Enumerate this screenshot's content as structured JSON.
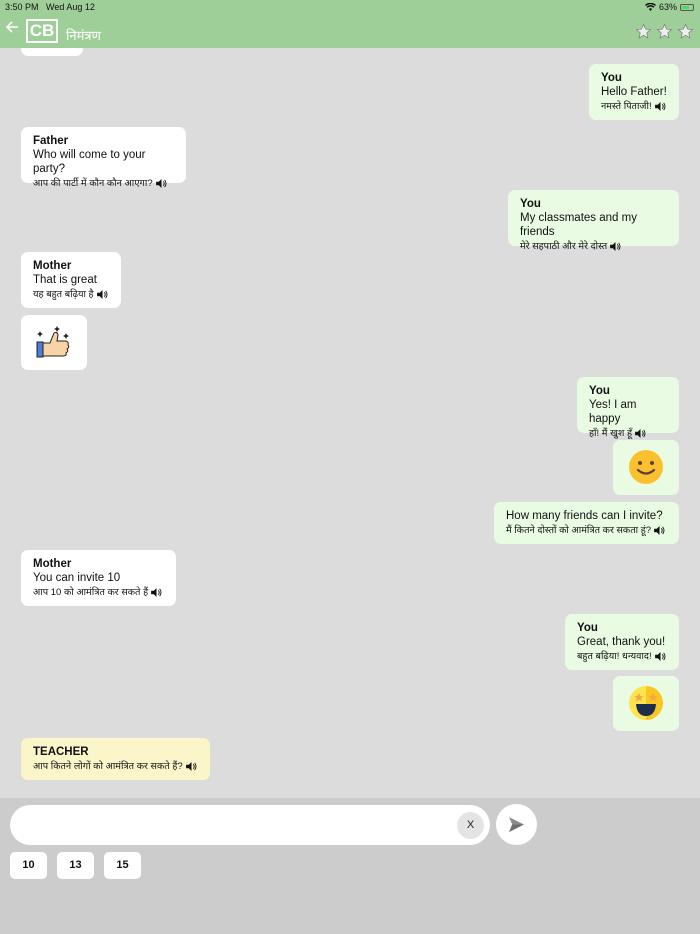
{
  "status_bar": {
    "time": "3:50 PM",
    "date": "Wed Aug 12",
    "battery": "63%"
  },
  "header": {
    "back_icon": "arrow-left-icon",
    "logo": "CB",
    "title": "निमंत्रण",
    "stars": [
      "star-outline-icon",
      "star-outline-icon",
      "star-outline-icon"
    ],
    "bg_color": "#9fcf98"
  },
  "messages": [
    {
      "side": "right",
      "sender": "You",
      "text": "Hello Father!",
      "hindi": "नमस्ते पिताजी!"
    },
    {
      "side": "left",
      "sender": "Father",
      "text": "Who will come to your party?",
      "hindi": "आप की पार्टी में कौन कौन आएगा?"
    },
    {
      "side": "right",
      "sender": "You",
      "text": "My classmates and my friends",
      "hindi": "मेरे सहपाठी और मेरे दोस्त"
    },
    {
      "side": "left",
      "sender": "Mother",
      "text": "That is great",
      "hindi": "यह बहुत बढ़िया है"
    },
    {
      "side": "left",
      "emoji": "thumbs-up-icon"
    },
    {
      "side": "right",
      "sender": "You",
      "text": "Yes! I am happy",
      "hindi": "हाँ! मैं खुश हूँ"
    },
    {
      "side": "right",
      "emoji": "smiley-face-icon"
    },
    {
      "side": "right",
      "sender": "",
      "text": "How many friends can I invite?",
      "hindi": "मैं कितने दोस्तों को आमंत्रित कर सकता हूं?"
    },
    {
      "side": "left",
      "sender": "Mother",
      "text": "You can invite 10",
      "hindi": "आप 10 को आमंत्रित कर सकते हैं"
    },
    {
      "side": "right",
      "sender": "You",
      "text": "Great, thank you!",
      "hindi": "बहुत बढ़िया! धन्यवाद!"
    },
    {
      "side": "right",
      "emoji": "star-eyes-face-icon"
    },
    {
      "side": "left",
      "sender": "TEACHER",
      "text": "",
      "hindi": "आप कितने लोगों को आमंत्रित कर सकते हैं?"
    }
  ],
  "composer": {
    "input_value": "",
    "input_placeholder": "",
    "clear_label": "X",
    "send_icon": "send-icon",
    "options": [
      "10",
      "13",
      "15"
    ]
  },
  "colors": {
    "chat_bg": "#dcdcdc",
    "bubble_left": "#ffffff",
    "bubble_right": "#e9fbe3",
    "bubble_teacher": "#fbf6c9",
    "composer_bg": "#cccccc"
  }
}
